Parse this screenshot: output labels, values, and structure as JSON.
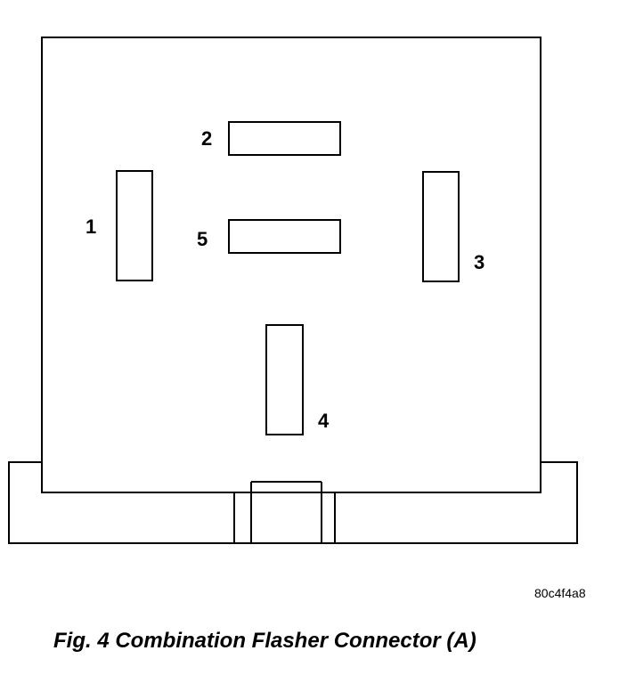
{
  "figure": {
    "caption": "Fig. 4 Combination Flasher Connector (A)",
    "reference_code": "80c4f4a8"
  },
  "connector": {
    "line_color": "#000000",
    "background": "#ffffff",
    "pins": [
      {
        "id": "pin-1",
        "label": "1",
        "orientation": "vertical"
      },
      {
        "id": "pin-2",
        "label": "2",
        "orientation": "horizontal"
      },
      {
        "id": "pin-3",
        "label": "3",
        "orientation": "vertical"
      },
      {
        "id": "pin-4",
        "label": "4",
        "orientation": "vertical"
      },
      {
        "id": "pin-5",
        "label": "5",
        "orientation": "horizontal"
      }
    ]
  }
}
